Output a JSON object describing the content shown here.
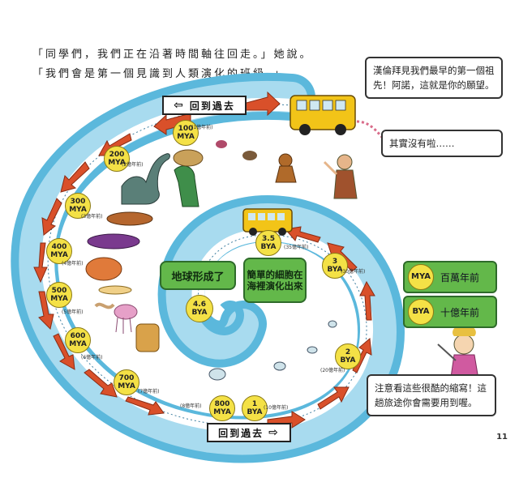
{
  "narration": {
    "line1": "「同學們，我們正在沿著時間軸往回走。」她說。",
    "line2": "「我們會是第一個見識到人類演化的班級。」"
  },
  "bubbles": {
    "top_right": "漢倫拜見我們最早的第一個祖先！阿諾，這就是你的願望。",
    "reply": "其實沒有啦……",
    "bottom_right": "注意看這些很酷的縮寫！這趟旅途你會需要用到喔。"
  },
  "signs": {
    "top": "回到過去",
    "bottom": "回到過去"
  },
  "events": {
    "earth_formed": "地球形成了",
    "simple_cells": "簡單的細胞在海裡演化出來"
  },
  "markers": [
    {
      "top": "100",
      "bottom": "MYA"
    },
    {
      "top": "200",
      "bottom": "MYA"
    },
    {
      "top": "300",
      "bottom": "MYA"
    },
    {
      "top": "400",
      "bottom": "MYA"
    },
    {
      "top": "500",
      "bottom": "MYA"
    },
    {
      "top": "600",
      "bottom": "MYA"
    },
    {
      "top": "700",
      "bottom": "MYA"
    },
    {
      "top": "800",
      "bottom": "MYA"
    },
    {
      "top": "1",
      "bottom": "BYA"
    },
    {
      "top": "2",
      "bottom": "BYA"
    },
    {
      "top": "3",
      "bottom": "BYA"
    },
    {
      "top": "3.5",
      "bottom": "BYA"
    },
    {
      "top": "4.6",
      "bottom": "BYA"
    }
  ],
  "small_labels": [
    "(1億年前)",
    "(2億年前)",
    "(3億年前)",
    "(4億年前)",
    "(5億年前)",
    "(6億年前)",
    "(7億年前)",
    "(8億年前)",
    "(10億年前)",
    "(20億年前)",
    "(30億年前)",
    "(35億年前)"
  ],
  "legend": {
    "mya_abbr": "MYA",
    "mya_meaning": "百萬年前",
    "bya_abbr": "BYA",
    "bya_meaning": "十億年前"
  },
  "page_number": "11",
  "colors": {
    "water": "#5bb8dc",
    "water_light": "#a8dbef",
    "road": "#ffffff",
    "arrow": "#d9502a",
    "coin": "#f4e146",
    "event_box": "#63b84a"
  }
}
